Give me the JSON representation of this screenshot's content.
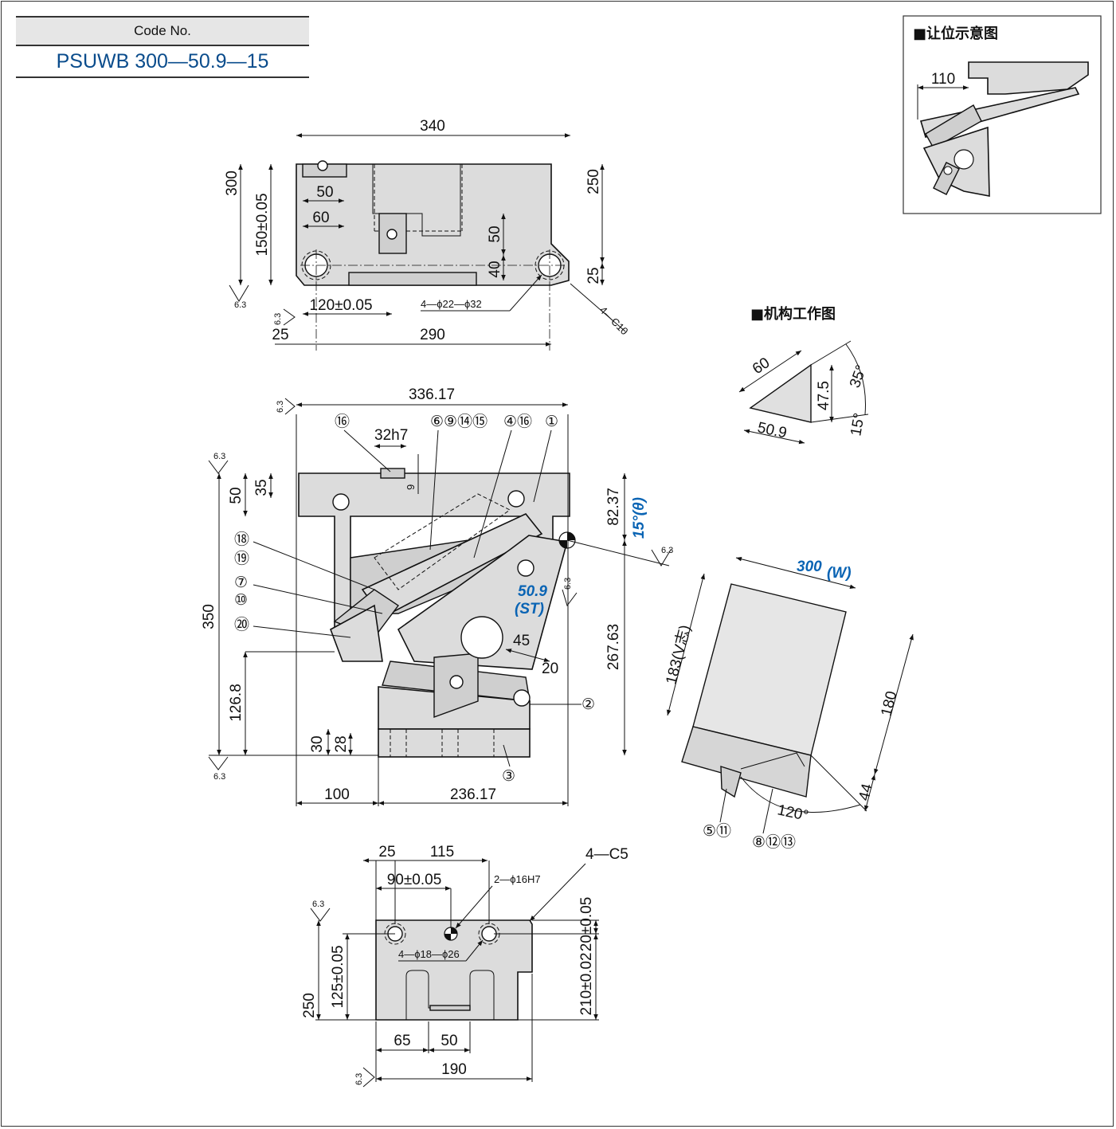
{
  "code_box": {
    "header": "Code No.",
    "value": "PSUWB 300—50.9—15"
  },
  "titles": {
    "relief": "■让位示意图",
    "mechanism": "■机构工作图"
  },
  "top_view": {
    "d340": "340",
    "d300": "300",
    "d250": "250",
    "d150": "150±0.05",
    "d50a": "50",
    "d60": "60",
    "d50b": "50",
    "d40": "40",
    "d25r": "25",
    "d120": "120±0.05",
    "holes": "4—ϕ22—ϕ32",
    "chamfer": "4—C10",
    "d25b": "25",
    "d290": "290",
    "rough": "6.3"
  },
  "front_view": {
    "d336": "336.17",
    "d32h7": "32h7",
    "d9": "9",
    "d50": "50",
    "d35": "35",
    "d350": "350",
    "d126": "126.8",
    "d30": "30",
    "d28": "28",
    "d100": "100",
    "d236": "236.17",
    "d82": "82.37",
    "angle": "15°(θ)",
    "d267": "267.63",
    "st": "50.9",
    "st_label": "(ST)",
    "d45": "45",
    "d20": "20",
    "rough": "6.3",
    "balloons_top": [
      "⑯",
      "⑥⑨⑭⑮",
      "④⑯",
      "①"
    ],
    "balloons_left": [
      "⑱",
      "⑲",
      "⑦",
      "⑩",
      "⑳"
    ],
    "balloon_2": "②",
    "balloon_3": "③"
  },
  "bottom_view": {
    "d25": "25",
    "d115": "115",
    "d90": "90±0.05",
    "c5": "4—C5",
    "d16": "2—ϕ16H7",
    "holes": "4—ϕ18—ϕ26",
    "d20": "20±0.05",
    "d210": "210±0.02",
    "d125": "125±0.05",
    "d250": "250",
    "d65": "65",
    "d50": "50",
    "d190": "190",
    "rough": "6.3"
  },
  "mechanism": {
    "d60": "60",
    "d47": "47.5",
    "d35": "35°",
    "d15": "15°",
    "d50": "50.9"
  },
  "side_view": {
    "w": "300",
    "w_label": "(W)",
    "v": "183(V志)",
    "d180": "180",
    "d44": "44",
    "a120": "120°",
    "balloon_a": "⑤⑪",
    "balloon_b": "⑧⑫⑬"
  },
  "relief": {
    "d110": "110"
  }
}
